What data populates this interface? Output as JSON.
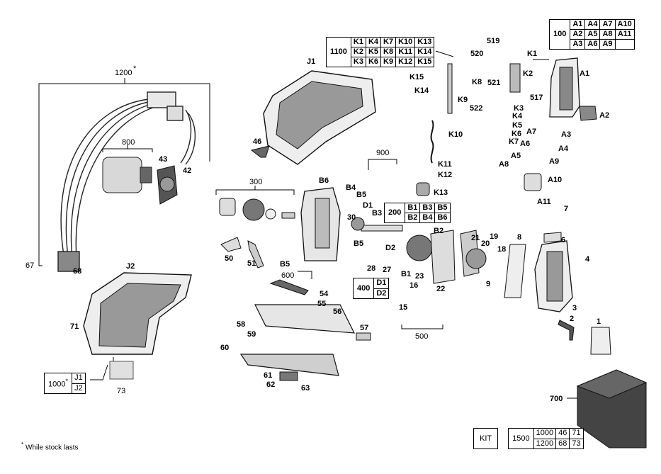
{
  "tables": {
    "t100": {
      "code": "100",
      "rows": [
        [
          "A1",
          "A4",
          "A7",
          "A10"
        ],
        [
          "A2",
          "A5",
          "A8",
          "A11"
        ],
        [
          "A3",
          "A6",
          "A9",
          ""
        ]
      ]
    },
    "t1100": {
      "code": "1100",
      "rows": [
        [
          "K1",
          "K4",
          "K7",
          "K10",
          "K13"
        ],
        [
          "K2",
          "K5",
          "K8",
          "K11",
          "K14"
        ],
        [
          "K3",
          "K6",
          "K9",
          "K12",
          "K15"
        ]
      ]
    },
    "t200": {
      "code": "200",
      "rows": [
        [
          "B1",
          "B3",
          "B5"
        ],
        [
          "B2",
          "B4",
          "B6"
        ]
      ]
    },
    "t400": {
      "code": "400",
      "rows": [
        [
          "D1"
        ],
        [
          "D2"
        ]
      ]
    },
    "t1000": {
      "code": "1000",
      "star": "*",
      "rows": [
        [
          "J1"
        ],
        [
          "J2"
        ]
      ]
    },
    "kit": {
      "label": "KIT",
      "code": "1500",
      "rows": [
        [
          "1000",
          "46",
          "71"
        ],
        [
          "1200",
          "68",
          "73"
        ]
      ]
    }
  },
  "footnote": {
    "star": "*",
    "text": "While stock lasts"
  },
  "labels": {
    "l1200": "1200",
    "l1200star": "*",
    "l800": "800",
    "l300": "300",
    "l900": "900",
    "l600": "600",
    "l500": "500",
    "l700": "700",
    "J1": "J1",
    "J2": "J2",
    "n43": "43",
    "n42": "42",
    "n46": "46",
    "n67": "67",
    "n68": "68",
    "n50": "50",
    "n51": "51",
    "B6": "B6",
    "B4": "B4",
    "B5a": "B5",
    "n30": "30",
    "D1": "D1",
    "B3": "B3",
    "B2": "B2",
    "B5b": "B5",
    "B5c": "B5",
    "D2": "D2",
    "n28": "28",
    "n27": "27",
    "B1": "B1",
    "n23": "23",
    "n22": "22",
    "n21": "21",
    "n20": "20",
    "n19": "19",
    "n18": "18",
    "n9": "9",
    "n16": "16",
    "n15": "15",
    "n54": "54",
    "n55": "55",
    "n56": "56",
    "n57": "57",
    "n58": "58",
    "n59": "59",
    "n60": "60",
    "n71": "71",
    "n73": "73",
    "n61": "61",
    "n62": "62",
    "n63": "63",
    "n8": "8",
    "n7": "7",
    "n6": "6",
    "n4": "4",
    "n3": "3",
    "n2": "2",
    "n1": "1",
    "A1": "A1",
    "A2": "A2",
    "A3": "A3",
    "A4": "A4",
    "A5": "A5",
    "A6": "A6",
    "A7": "A7",
    "A8": "A8",
    "A9": "A9",
    "A10": "A10",
    "A11": "A11",
    "K1": "K1",
    "K2": "K2",
    "K3": "K3",
    "K4": "K4",
    "K5": "K5",
    "K6": "K6",
    "K7": "K7",
    "K8": "K8",
    "K9": "K9",
    "K10": "K10",
    "K11": "K11",
    "K12": "K12",
    "K13": "K13",
    "K14": "K14",
    "K15": "K15",
    "n519": "519",
    "n520": "520",
    "n521": "521",
    "n517": "517",
    "n522": "522"
  }
}
